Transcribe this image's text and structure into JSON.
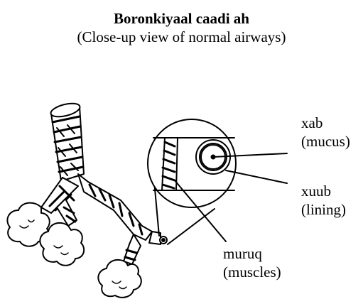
{
  "title": "Boronkiyaal caadi ah",
  "subtitle": "(Close-up view of normal airways)",
  "labels": {
    "mucus": {
      "name": "xab",
      "english": "(mucus)"
    },
    "lining": {
      "name": "xuub",
      "english": "(lining)"
    },
    "muscles": {
      "name": "muruq",
      "english": "(muscles)"
    }
  }
}
